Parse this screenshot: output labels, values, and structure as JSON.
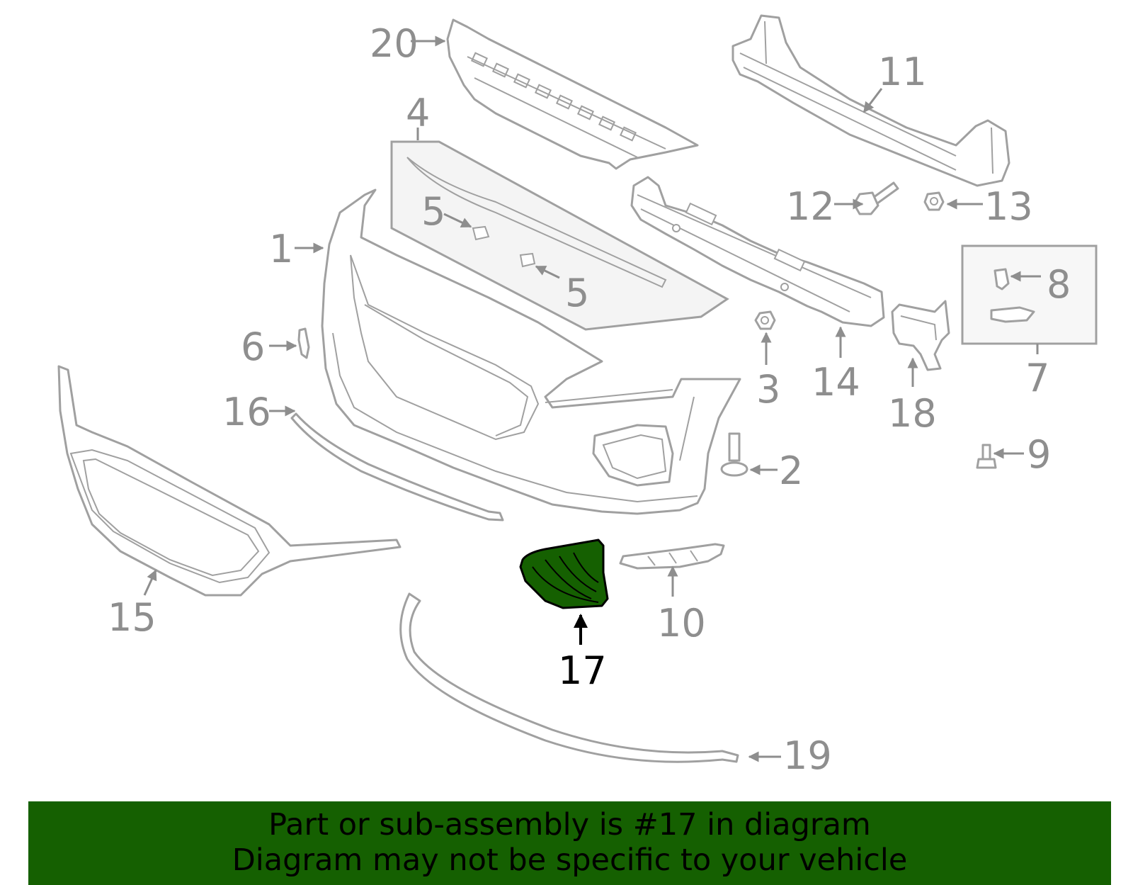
{
  "colors": {
    "highlight": "#156001",
    "footer_bg": "#156001",
    "part_stroke": "#a0a0a0",
    "label": "#8e8e8e"
  },
  "callouts": {
    "c1": "1",
    "c2": "2",
    "c3": "3",
    "c4": "4",
    "c5a": "5",
    "c5b": "5",
    "c6": "6",
    "c7": "7",
    "c8": "8",
    "c9": "9",
    "c10": "10",
    "c11": "11",
    "c12": "12",
    "c13": "13",
    "c14": "14",
    "c15": "15",
    "c16": "16",
    "c17": "17",
    "c18": "18",
    "c19": "19",
    "c20": "20"
  },
  "highlighted_part": "17",
  "footer": {
    "line1": "Part or sub-assembly is #17 in diagram",
    "line2": "Diagram may not be specific to your vehicle"
  }
}
